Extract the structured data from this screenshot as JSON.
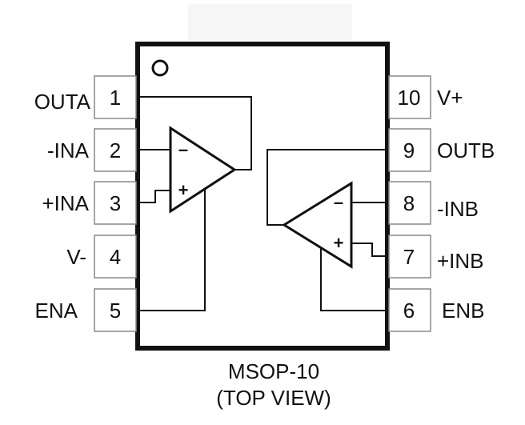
{
  "package": {
    "name": "MSOP-10",
    "view": "(TOP VIEW)"
  },
  "pins_left": [
    {
      "number": "1",
      "name": "OUTA"
    },
    {
      "number": "2",
      "name": "-INA"
    },
    {
      "number": "3",
      "name": "+INA"
    },
    {
      "number": "4",
      "name": "V-"
    },
    {
      "number": "5",
      "name": "ENA"
    }
  ],
  "pins_right": [
    {
      "number": "10",
      "name": "V+"
    },
    {
      "number": "9",
      "name": "OUTB"
    },
    {
      "number": "8",
      "name": "-INB"
    },
    {
      "number": "7",
      "name": "+INB"
    },
    {
      "number": "6",
      "name": "ENB"
    }
  ],
  "amplifiers": {
    "a": {
      "inverting": "–",
      "noninverting": "+"
    },
    "b": {
      "inverting": "–",
      "noninverting": "+"
    }
  }
}
